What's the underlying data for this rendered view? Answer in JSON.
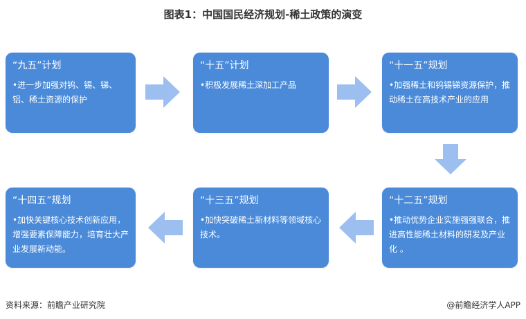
{
  "title": "图表1：中国国民经济规划-稀土政策的演变",
  "stages": [
    {
      "title": "“九五”计划",
      "desc": "•进一步加强对钨、锡、锑、铝、稀土资源的保护"
    },
    {
      "title": "“十五”计划",
      "desc": "•积极发展稀土深加工产品"
    },
    {
      "title": "“十一五”规划",
      "desc": "•加强稀土和钨锡锑资源保护，推动稀土在高技术产业的应用"
    },
    {
      "title": "“十二五”规划",
      "desc": "•推动优势企业实施强强联合，推进高性能稀土材料的研发及产业化 。"
    },
    {
      "title": "“十三五”规划",
      "desc": "•加快突破稀土新材料等领域核心技术。"
    },
    {
      "title": "“十四五”规划",
      "desc": "•加快关键核心技术创新应用，增强要素保障能力，培育壮大产业发展新动能。"
    }
  ],
  "colors": {
    "card": "#4a8ad8",
    "arrow": "#9dbff0"
  },
  "footer": {
    "source": "资料来源：前瞻产业研究院",
    "brand": "@前瞻经济学人APP"
  }
}
